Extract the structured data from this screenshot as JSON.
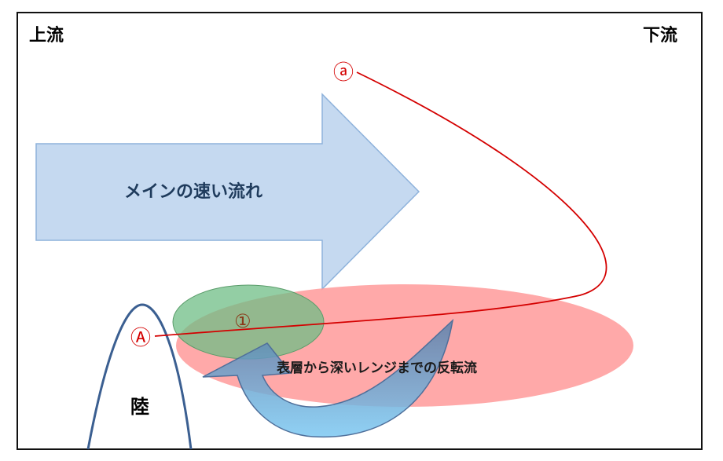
{
  "labels": {
    "upstream": "上流",
    "downstream": "下流",
    "main_flow": "メインの速い流れ",
    "reverse_flow": "表層から深いレンジまでの反転流",
    "land": "陸",
    "point_a_lower": "ⓐ",
    "point_a_upper": "Ⓐ",
    "point_one": "①"
  },
  "colors": {
    "main_arrow_fill": "#c5d9f0",
    "main_arrow_stroke": "#8eb2db",
    "reverse_zone_fill": "#ff9a9a",
    "green_zone_fill": "#6fbe86",
    "curl_arrow_fill": "#6bb6e6",
    "curl_arrow_stroke": "#4f6f9a",
    "land_stroke": "#3b5f91",
    "path_line": "#d40000",
    "text_dark": "#1f3b5c"
  }
}
